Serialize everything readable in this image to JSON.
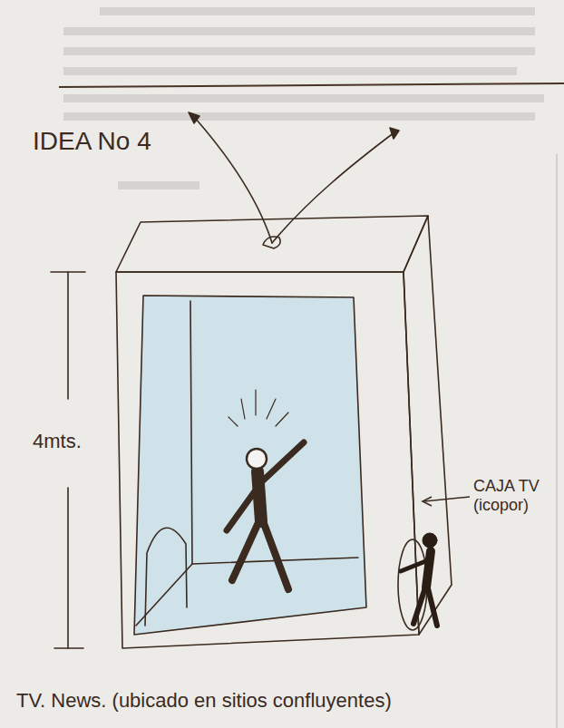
{
  "diagram": {
    "title": "IDEA No 4",
    "caption": "TV. News. (ubicado en sitios confluyentes)",
    "labels": [
      "4mts.",
      "CAJA TV (icopor)"
    ]
  }
}
